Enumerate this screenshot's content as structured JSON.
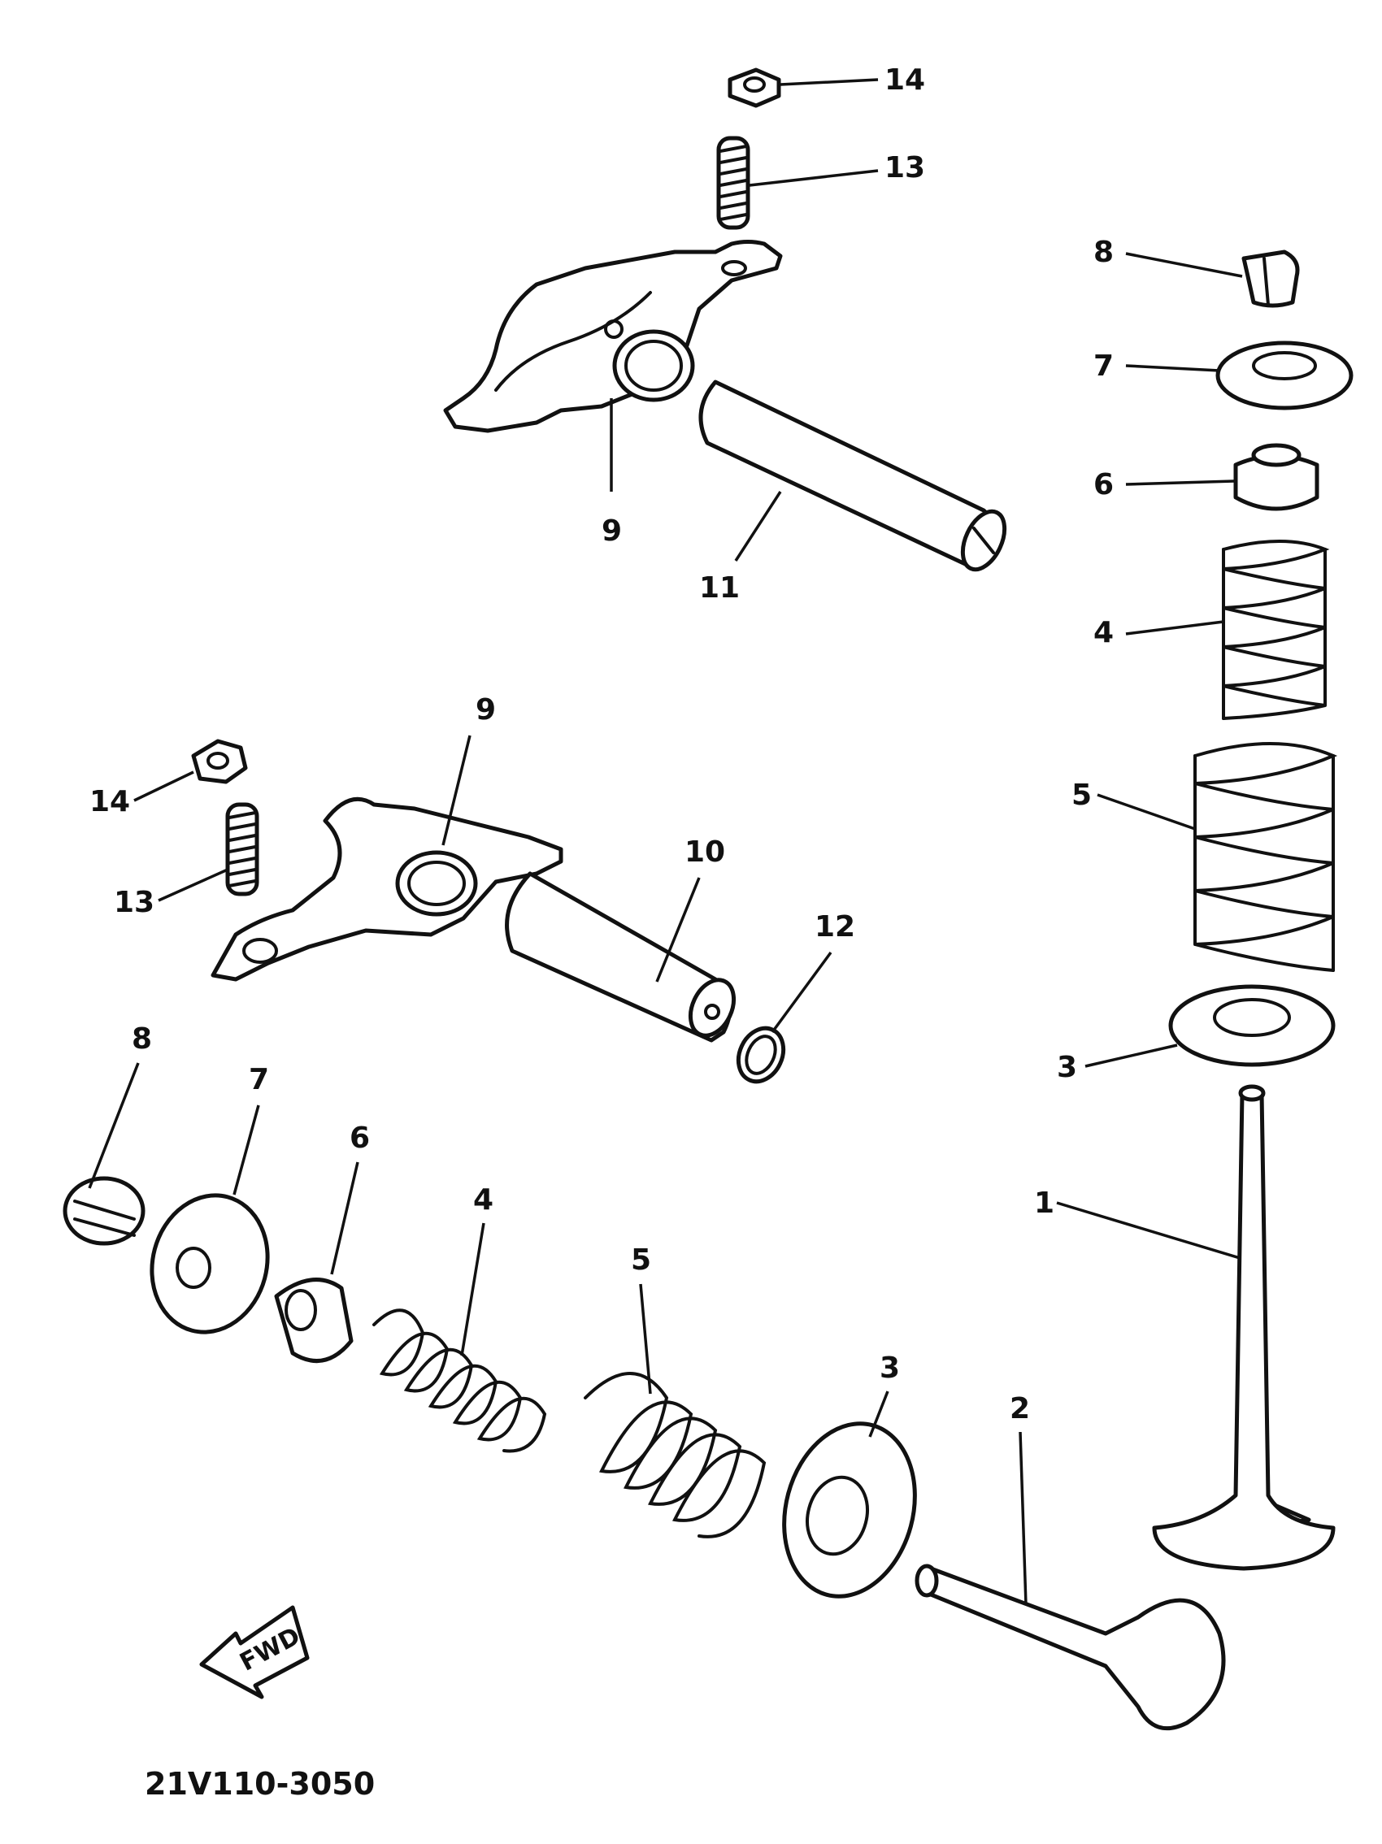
{
  "callouts": {
    "c14_top": "14",
    "c13_top": "13",
    "c8_right": "8",
    "c7_right": "7",
    "c6_right": "6",
    "c9_top": "9",
    "c11": "11",
    "c4_right": "4",
    "c9_mid": "9",
    "c14_left": "14",
    "c5_right": "5",
    "c13_left": "13",
    "c10": "10",
    "c12": "12",
    "c8_left": "8",
    "c7_left": "7",
    "c3_right": "3",
    "c6_left": "6",
    "c4_left": "4",
    "c1": "1",
    "c5_left": "5",
    "c3_left": "3",
    "c2": "2"
  },
  "fwd_label": "FWD",
  "diagram_code": "21V110-3050"
}
